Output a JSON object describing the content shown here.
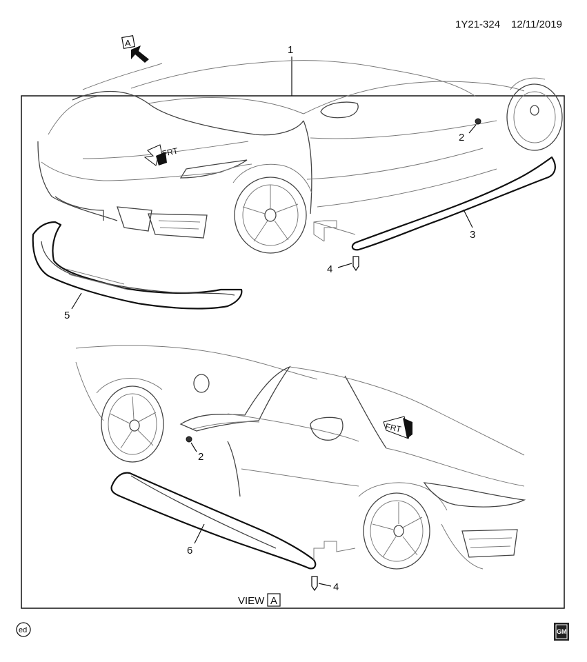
{
  "header": {
    "doc_id": "1Y21-324",
    "date": "12/11/2019"
  },
  "view_marker": {
    "letter": "A"
  },
  "frt_upper": "FRT",
  "frt_lower": "FRT",
  "callouts": [
    {
      "num": "1"
    },
    {
      "num": "2"
    },
    {
      "num": "3"
    },
    {
      "num": "4"
    },
    {
      "num": "5"
    },
    {
      "num": "2"
    },
    {
      "num": "6"
    },
    {
      "num": "4"
    }
  ],
  "view_caption": {
    "text": "VIEW",
    "letter": "A"
  },
  "footer": {
    "left_mark": "ed",
    "logo_text": "GM"
  }
}
